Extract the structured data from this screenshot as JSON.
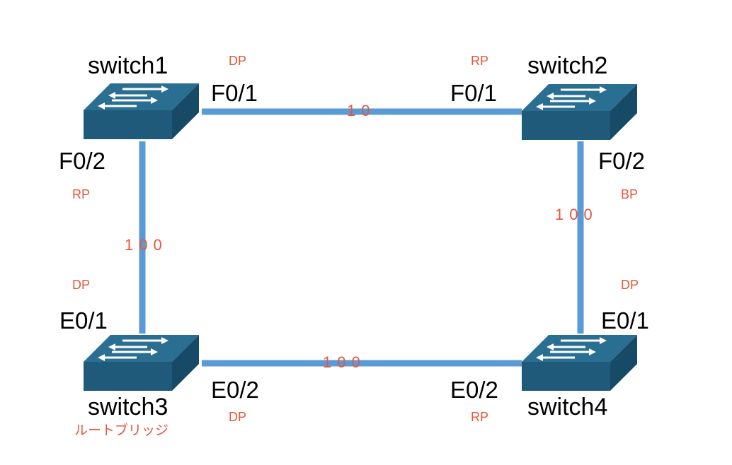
{
  "colors": {
    "link": "#5b9bd5",
    "switch_front": "#1f5a7a",
    "switch_top": "#2a6f92",
    "label": "#e8553a"
  },
  "switches": {
    "s1": {
      "name": "switch1"
    },
    "s2": {
      "name": "switch2"
    },
    "s3": {
      "name": "switch3",
      "note": "ルートブリッジ"
    },
    "s4": {
      "name": "switch4"
    }
  },
  "ports": {
    "s1_f01": "F0/1",
    "s1_f02": "F0/2",
    "s2_f01": "F0/1",
    "s2_f02": "F0/2",
    "s3_e01": "E0/1",
    "s3_e02": "E0/2",
    "s4_e01": "E0/1",
    "s4_e02": "E0/2"
  },
  "roles": {
    "s1_f01": "DP",
    "s1_f02": "RP",
    "s2_f01": "RP",
    "s2_f02": "BP",
    "s3_e01": "DP",
    "s3_e02": "DP",
    "s4_e01": "DP",
    "s4_e02": "RP"
  },
  "costs": {
    "s1_s2": "10",
    "s1_s3": "100",
    "s2_s4": "100",
    "s3_s4": "100"
  }
}
